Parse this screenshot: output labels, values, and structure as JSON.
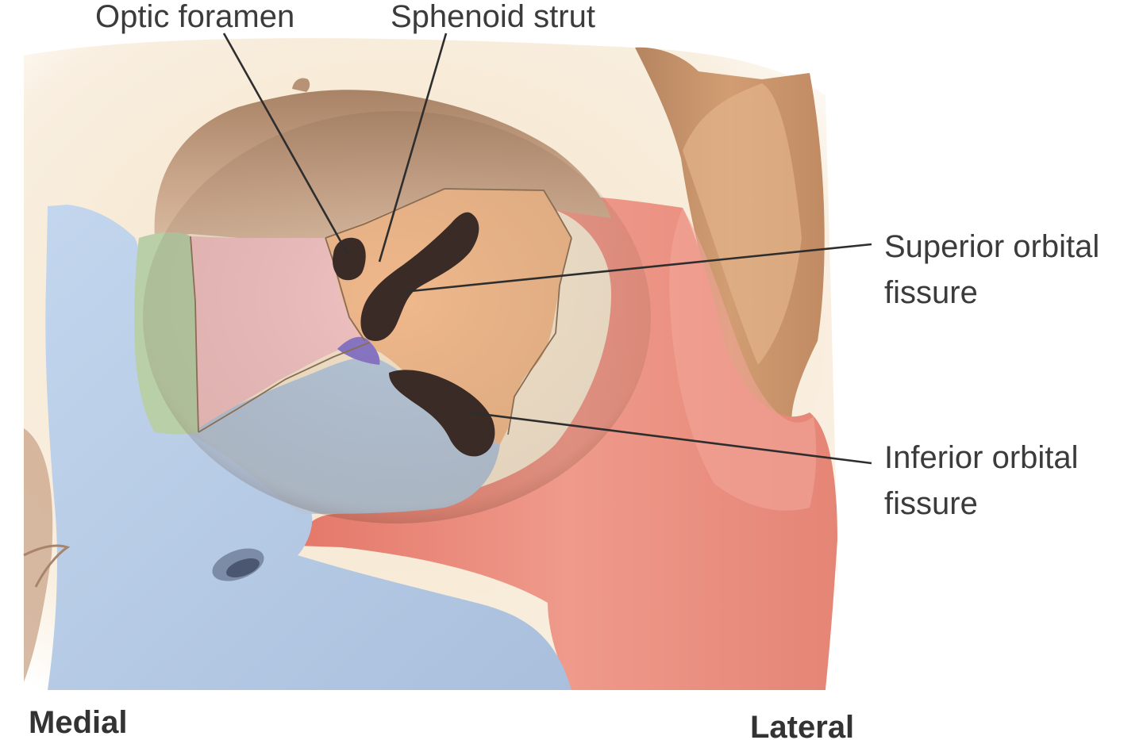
{
  "labels": {
    "optic_foramen": "Optic foramen",
    "sphenoid_strut": "Sphenoid strut",
    "superior_orbital_line1": "Superior orbital",
    "superior_orbital_line2": "fissure",
    "inferior_orbital_line1": "Inferior orbital",
    "inferior_orbital_line2": "fissure"
  },
  "orientation": {
    "medial": "Medial",
    "lateral": "Lateral"
  },
  "colors": {
    "frontal": "#c9a589",
    "sphenoid": "#f0b98c",
    "zygomatic": "#ea8f80",
    "maxilla": "#b7cde6",
    "ethmoid": "#f1c2c2",
    "lacrimal": "#b9cfa7",
    "palatine": "#8a77c7",
    "fissure": "#3a2b26",
    "bone_background": "#f3e2c8"
  }
}
